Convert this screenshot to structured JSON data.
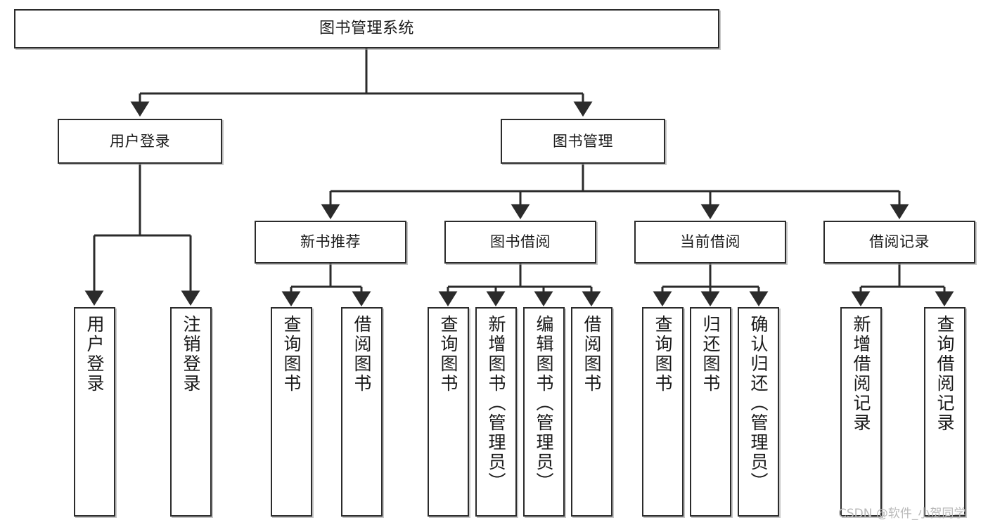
{
  "diagram": {
    "title": "图书管理系统",
    "type": "tree",
    "levels": 4,
    "colors": {
      "box_border": "#2b2b2b",
      "box_fill": "#ffffff",
      "connector": "#2b2b2b",
      "text": "#1a1a1a",
      "watermark": "#b9b9b9"
    }
  },
  "watermark": {
    "text": "CSDN @软件_小贺同学"
  },
  "nodes": {
    "root": {
      "label": "图书管理系统"
    },
    "level2": [
      {
        "id": "user-login",
        "label": "用户登录"
      },
      {
        "id": "book-manage",
        "label": "图书管理"
      }
    ],
    "level3": [
      {
        "id": "new-book-recommend",
        "label": "新书推荐"
      },
      {
        "id": "book-borrow",
        "label": "图书借阅"
      },
      {
        "id": "current-borrow",
        "label": "当前借阅"
      },
      {
        "id": "borrow-record",
        "label": "借阅记录"
      }
    ],
    "leaves": {
      "user_login": [
        {
          "id": "leaf-user-login",
          "label": "用户登录"
        },
        {
          "id": "leaf-logout-login",
          "label": "注销登录"
        }
      ],
      "new_book_recommend": [
        {
          "id": "leaf-query-book-1",
          "label": "查询图书"
        },
        {
          "id": "leaf-borrow-book-1",
          "label": "借阅图书"
        }
      ],
      "book_borrow": [
        {
          "id": "leaf-query-book-2",
          "label": "查询图书"
        },
        {
          "id": "leaf-add-book",
          "label": "新增图书（管理员）"
        },
        {
          "id": "leaf-edit-book",
          "label": "编辑图书（管理员）"
        },
        {
          "id": "leaf-borrow-book-2",
          "label": "借阅图书"
        }
      ],
      "current_borrow": [
        {
          "id": "leaf-query-book-3",
          "label": "查询图书"
        },
        {
          "id": "leaf-return-book",
          "label": "归还图书"
        },
        {
          "id": "leaf-confirm-return",
          "label": "确认归还（管理员）"
        }
      ],
      "borrow_record": [
        {
          "id": "leaf-add-record",
          "label": "新增借阅记录"
        },
        {
          "id": "leaf-query-record",
          "label": "查询借阅记录"
        }
      ]
    }
  }
}
